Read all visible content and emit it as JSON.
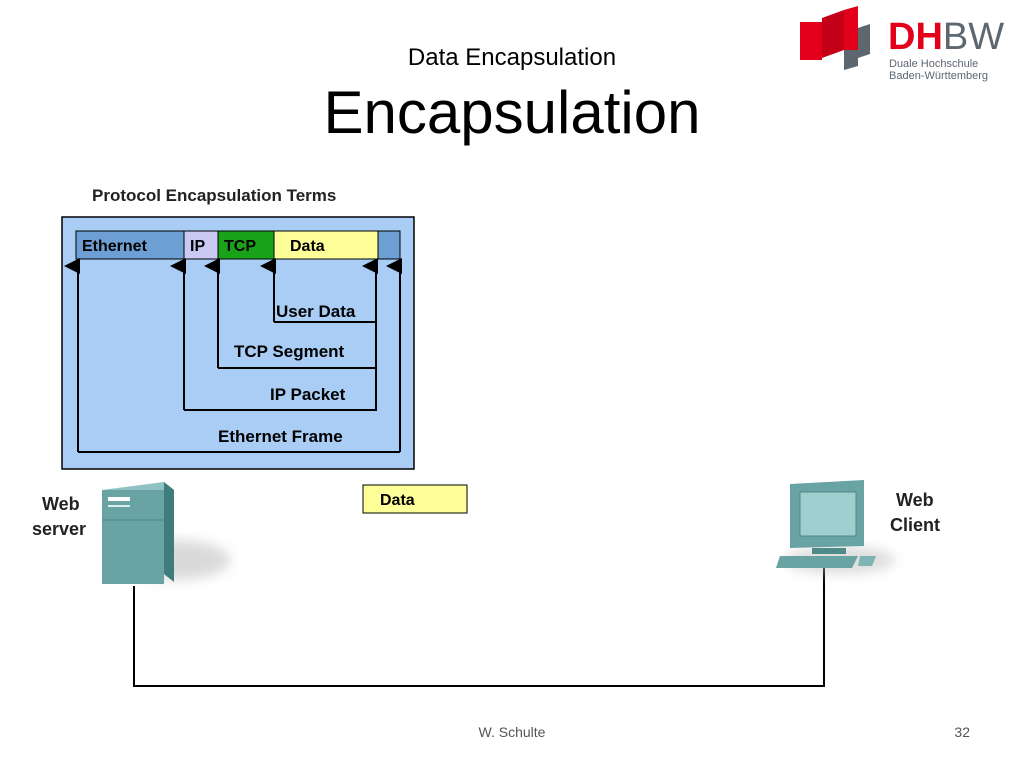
{
  "slide": {
    "subtitle": "Data Encapsulation",
    "title": "Encapsulation",
    "footer_author": "W. Schulte",
    "page_number": "32"
  },
  "logo": {
    "word_dh": "DH",
    "word_bw": "BW",
    "line1": "Duale Hochschule",
    "line2": "Baden-Württemberg",
    "colors": {
      "red": "#e2001a",
      "gray": "#5d6770"
    }
  },
  "diagram": {
    "panel_title": "Protocol Encapsulation Terms",
    "header_fields": [
      "Ethernet",
      "IP",
      "TCP",
      "Data"
    ],
    "terms": [
      "User Data",
      "TCP Segment",
      "IP Packet",
      "Ethernet Frame"
    ],
    "data_box": "Data",
    "server_label_line1": "Web",
    "server_label_line2": "server",
    "client_label_line1": "Web",
    "client_label_line2": "Client",
    "colors": {
      "panel": "#a9cdf4",
      "ethernet": "#6e9fd4",
      "ip": "#c9c9f4",
      "tcp": "#1aa31a",
      "data": "#ffff99",
      "device": "#6aa3a3"
    }
  }
}
